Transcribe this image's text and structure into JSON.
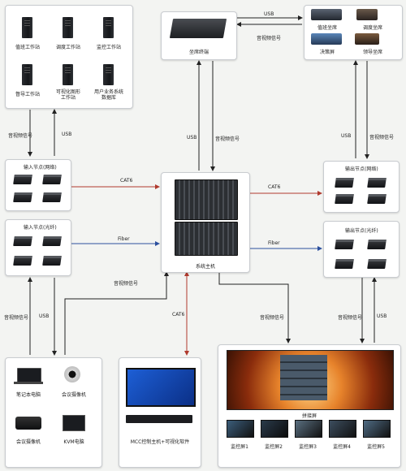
{
  "colors": {
    "blue_link": "#2b4f9e",
    "red_link": "#b03a2e",
    "black_link": "#222222"
  },
  "workstations": [
    {
      "label": "值班工作站"
    },
    {
      "label": "调度工作站"
    },
    {
      "label": "监控工作站"
    },
    {
      "label": "督导工作站"
    },
    {
      "label": "可视化图形\n工作站"
    },
    {
      "label": "用户业务系统\n数据库"
    }
  ],
  "collection_terminal": "坐席终端",
  "seats": [
    {
      "label": "值班坐席"
    },
    {
      "label": "调度坐席"
    },
    {
      "label": "决策屏"
    },
    {
      "label": "领导坐席"
    }
  ],
  "input_node_network": "输入节点(网络)",
  "input_node_fiber": "输入节点(光纤)",
  "output_node_network": "输出节点(网络)",
  "output_node_fiber": "输出节点(光纤)",
  "system_host": "系统主机",
  "sources": [
    {
      "label": "笔记本电脑"
    },
    {
      "label": "会议摄像机"
    },
    {
      "label": "会议摄像机"
    },
    {
      "label": "KVM电脑"
    }
  ],
  "mcc": "MCC控制主机+可视化软件",
  "splice_screen": "拼接屏",
  "monitors": [
    {
      "label": "监控屏1"
    },
    {
      "label": "监控屏2"
    },
    {
      "label": "监控屏3"
    },
    {
      "label": "监控屏4"
    },
    {
      "label": "监控屏5"
    }
  ],
  "links": {
    "usb": "USB",
    "av": "音视频信号",
    "cat6": "CAT6",
    "fiber": "Fiber"
  }
}
